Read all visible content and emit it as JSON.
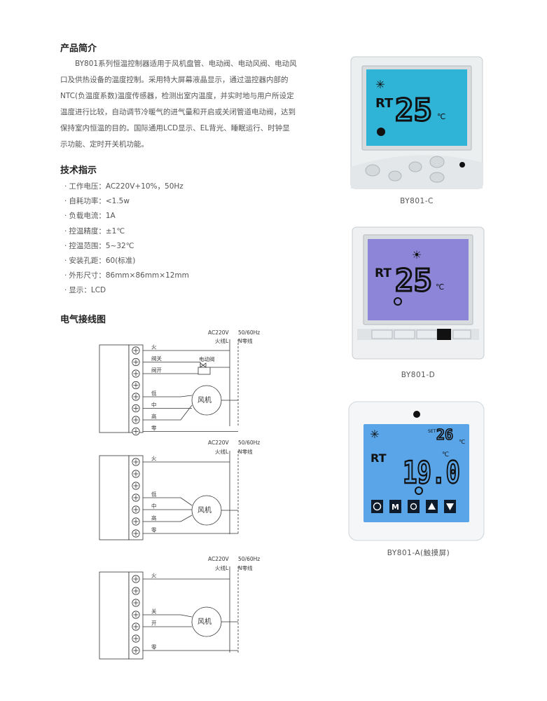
{
  "intro": {
    "title": "产品简介",
    "text": "BY801系列恒温控制器适用于风机盘管、电动阀、电动风阀、电动风口及供热设备的温度控制。采用特大屏幕液晶显示，通过温控器内部的NTC(负温度系数)温度传感器，检测出室内温度，并实时地与用户所设定温度进行比较，自动调节冷暖气的进气量和开启或关闭管道电动阀，达到保持室内恒温的目的。国际通用LCD显示、EL背光、睡眠运行、时钟显示功能、定时开关机功能。"
  },
  "specs": {
    "title": "技术指示",
    "items": [
      "工作电压：AC220V+10%，50Hz",
      "自耗功率：<1.5w",
      "负载电流：1A",
      "控温精度：±1℃",
      "控温范围：5~32℃",
      "安装孔距：60(标准)",
      "外形尺寸：86mm×86mm×12mm",
      "显示：LCD"
    ]
  },
  "wiring": {
    "title": "电气接线图",
    "supply": "AC220V",
    "freq": "50/60Hz",
    "live": "火线L",
    "neutral": "N零线",
    "valve": "电动阀",
    "fan": "风机",
    "d1_labels": [
      "火",
      "阀关",
      "阀开",
      "",
      "低",
      "中",
      "高",
      "零"
    ],
    "d2_labels": [
      "火",
      "",
      "",
      "低",
      "中",
      "高",
      "零"
    ],
    "d3_labels": [
      "火",
      "",
      "",
      "关",
      "开",
      "",
      "零"
    ]
  },
  "products": [
    {
      "caption": "BY801-C",
      "rt": "RT",
      "temp": "25",
      "unit": "℃"
    },
    {
      "caption": "BY801-D",
      "rt": "RT",
      "temp": "25",
      "unit": "℃"
    },
    {
      "caption": "BY801-A(触摸屏)",
      "rt": "RT",
      "set_label": "SET",
      "set_temp": "26",
      "temp": "19.0",
      "unit": "℃",
      "buttons": [
        "M"
      ]
    }
  ]
}
